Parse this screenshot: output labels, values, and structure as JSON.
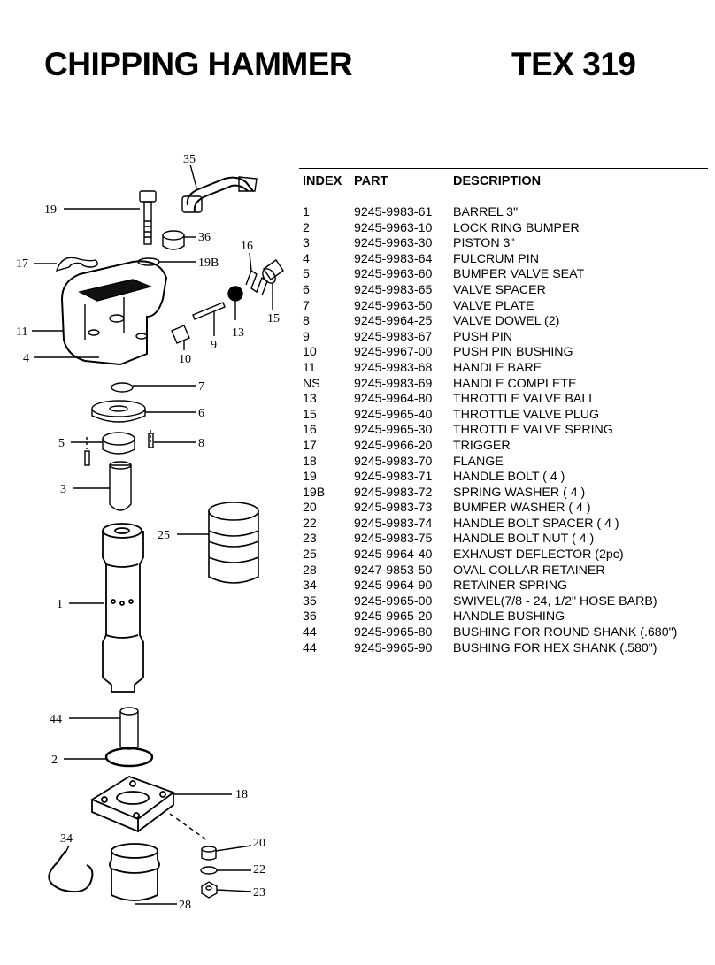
{
  "header": {
    "title": "CHIPPING HAMMER",
    "model": "TEX 319"
  },
  "table": {
    "columns": [
      "INDEX",
      "PART",
      "DESCRIPTION"
    ],
    "rows": [
      [
        "1",
        "9245-9983-61",
        "BARREL 3\""
      ],
      [
        "2",
        "9245-9963-10",
        "LOCK RING BUMPER"
      ],
      [
        "3",
        "9245-9963-30",
        "PISTON 3\""
      ],
      [
        "4",
        "9245-9983-64",
        "FULCRUM PIN"
      ],
      [
        "5",
        "9245-9963-60",
        "BUMPER VALVE SEAT"
      ],
      [
        "6",
        "9245-9983-65",
        "VALVE SPACER"
      ],
      [
        "7",
        "9245-9963-50",
        "VALVE PLATE"
      ],
      [
        "8",
        "9245-9964-25",
        "VALVE DOWEL (2)"
      ],
      [
        "9",
        "9245-9983-67",
        "PUSH PIN"
      ],
      [
        "10",
        "9245-9967-00",
        "PUSH PIN BUSHING"
      ],
      [
        "11",
        "9245-9983-68",
        "HANDLE BARE"
      ],
      [
        "NS",
        "9245-9983-69",
        "HANDLE COMPLETE"
      ],
      [
        "13",
        "9245-9964-80",
        "THROTTLE VALVE BALL"
      ],
      [
        "15",
        "9245-9965-40",
        "THROTTLE VALVE PLUG"
      ],
      [
        "16",
        "9245-9965-30",
        "THROTTLE  VALVE SPRING"
      ],
      [
        "17",
        "9245-9966-20",
        "TRIGGER"
      ],
      [
        "18",
        "9245-9983-70",
        "FLANGE"
      ],
      [
        "19",
        "9245-9983-71",
        "HANDLE BOLT ( 4 )"
      ],
      [
        "19B",
        "9245-9983-72",
        "SPRING WASHER ( 4 )"
      ],
      [
        "20",
        "9245-9983-73",
        "BUMPER WASHER ( 4 )"
      ],
      [
        "22",
        "9245-9983-74",
        "HANDLE BOLT SPACER ( 4 )"
      ],
      [
        "23",
        "9245-9983-75",
        "HANDLE BOLT NUT ( 4 )"
      ],
      [
        "25",
        "9245-9964-40",
        "EXHAUST DEFLECTOR (2pc)"
      ],
      [
        "28",
        "9247-9853-50",
        "OVAL COLLAR RETAINER"
      ],
      [
        "34",
        "9245-9964-90",
        "RETAINER SPRING"
      ],
      [
        "35",
        "9245-9965-00",
        "SWIVEL(7/8 - 24, 1/2\" HOSE BARB)"
      ],
      [
        "36",
        "9245-9965-20",
        "HANDLE BUSHING"
      ],
      [
        "44",
        "9245-9965-80",
        "BUSHING FOR ROUND SHANK (.680\")"
      ],
      [
        "44",
        "9245-9965-90",
        "BUSHING FOR HEX SHANK (.580\")"
      ]
    ]
  },
  "diagram": {
    "callouts": [
      "35",
      "19",
      "36",
      "16",
      "17",
      "19B",
      "15",
      "11",
      "13",
      "9",
      "4",
      "10",
      "7",
      "6",
      "5",
      "8",
      "3",
      "25",
      "1",
      "44",
      "2",
      "18",
      "34",
      "20",
      "22",
      "23",
      "28"
    ]
  }
}
